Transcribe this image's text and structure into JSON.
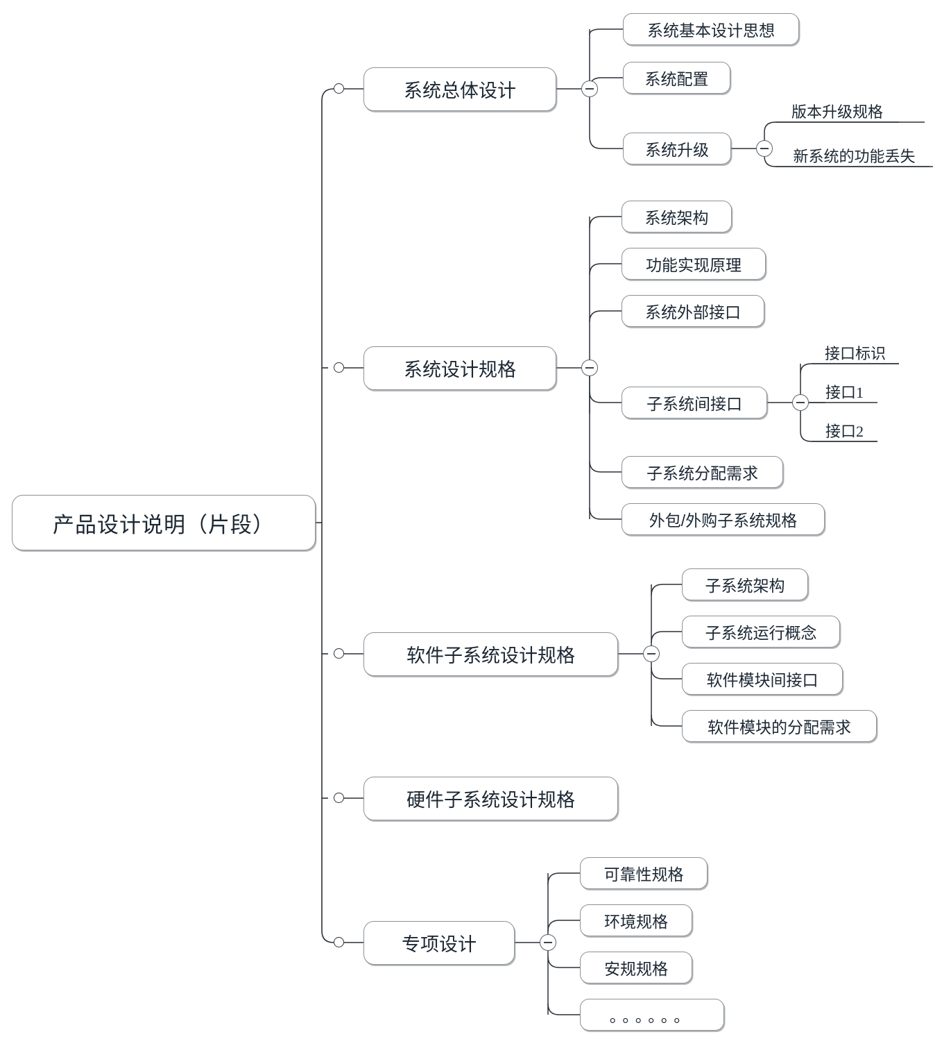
{
  "diagram": {
    "type": "mindmap",
    "title": "产品设计说明（片段）",
    "background_color": "#ffffff",
    "node_border_color": "#8c9196",
    "text_color": "#1b2733",
    "edge_color": "#2b3138"
  },
  "root": {
    "label": "产品设计说明（片段）"
  },
  "branches": [
    {
      "label": "系统总体设计",
      "collapse_label": "−",
      "children": [
        {
          "label": "系统基本设计思想",
          "children": []
        },
        {
          "label": "系统配置",
          "children": []
        },
        {
          "label": "系统升级",
          "collapse_label": "−",
          "children": [
            {
              "label": "版本升级规格"
            },
            {
              "label": "新系统的功能丢失"
            }
          ]
        }
      ]
    },
    {
      "label": "系统设计规格",
      "collapse_label": "−",
      "children": [
        {
          "label": "系统架构",
          "children": []
        },
        {
          "label": "功能实现原理",
          "children": []
        },
        {
          "label": "系统外部接口",
          "children": []
        },
        {
          "label": "子系统间接口",
          "collapse_label": "−",
          "children": [
            {
              "label": "接口标识"
            },
            {
              "label": "接口1"
            },
            {
              "label": "接口2"
            }
          ]
        },
        {
          "label": "子系统分配需求",
          "children": []
        },
        {
          "label": "外包/外购子系统规格",
          "children": []
        }
      ]
    },
    {
      "label": "软件子系统设计规格",
      "collapse_label": "−",
      "children": [
        {
          "label": "子系统架构",
          "children": []
        },
        {
          "label": "子系统运行概念",
          "children": []
        },
        {
          "label": "软件模块间接口",
          "children": []
        },
        {
          "label": "软件模块的分配需求",
          "children": []
        }
      ]
    },
    {
      "label": "硬件子系统设计规格",
      "children": []
    },
    {
      "label": "专项设计",
      "collapse_label": "−",
      "children": [
        {
          "label": "可靠性规格",
          "children": []
        },
        {
          "label": "环境规格",
          "children": []
        },
        {
          "label": "安规规格",
          "children": []
        },
        {
          "label": "。。。。。。",
          "children": []
        }
      ]
    }
  ]
}
